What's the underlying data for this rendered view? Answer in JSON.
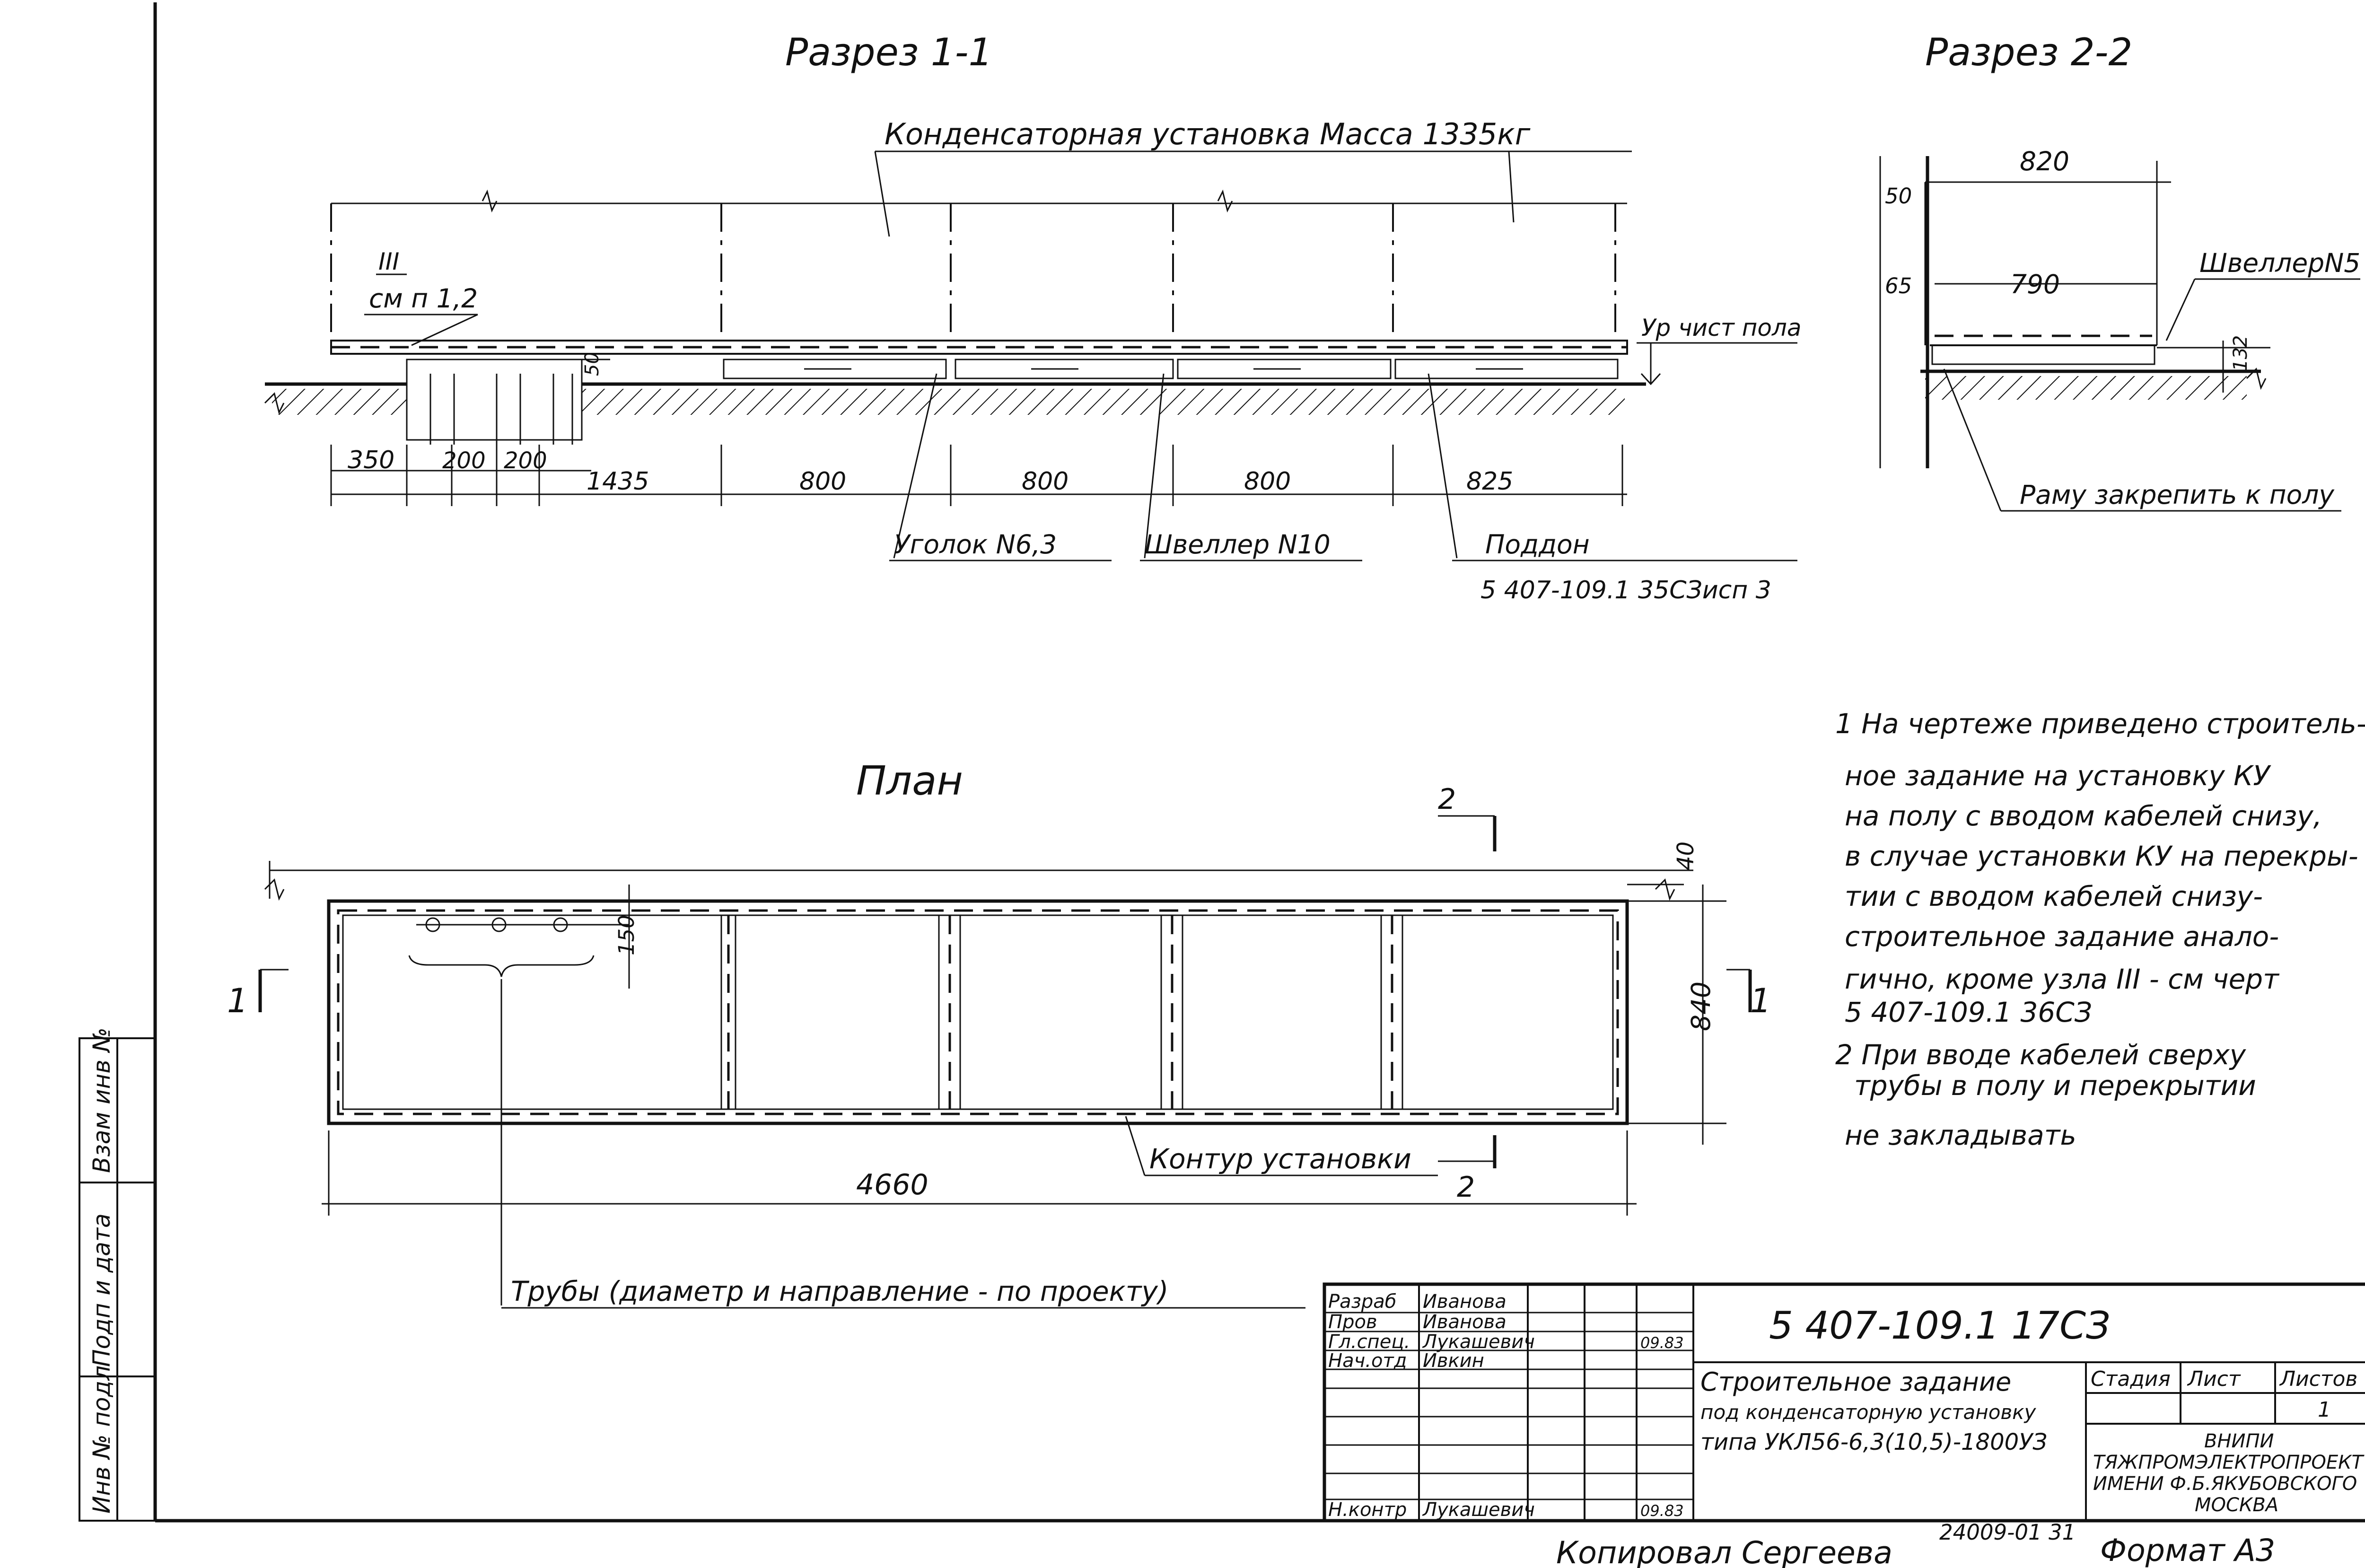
{
  "section_1": {
    "title": "Разрез 1-1",
    "callout_unit": "Конденсаторная установка   Масса 1335кг",
    "node_mark": "III",
    "node_ref": "см п 1,2",
    "floor_level": "Ур чист пола",
    "dim_50": "50",
    "dims": [
      "350",
      "200",
      "200",
      "1435",
      "800",
      "800",
      "800",
      "825"
    ],
    "callout_angle": "Уголок N6,3",
    "callout_channel": "Швеллер N10",
    "callout_tray": "Поддон",
    "tray_ref": "5 407-109.1 35СЗисп 3"
  },
  "section_2": {
    "title": "Разрез 2-2",
    "dim_820": "820",
    "dim_790": "790",
    "dim_50": "50",
    "dim_65": "65",
    "dim_132": "132",
    "callout_channel": "ШвеллерN5",
    "callout_fix": "Раму закрепить к полу"
  },
  "plan": {
    "title": "План",
    "cut_2_top": "2",
    "cut_2_bottom": "2",
    "cut_1_left": "1",
    "cut_1_right": "1",
    "dim_40": "40",
    "dim_150": "150",
    "dim_840": "840",
    "dim_4660": "4660",
    "callout_contour": "Контур установки",
    "callout_pipes": "Трубы (диаметр и направление - по проекту)"
  },
  "notes": {
    "lines": [
      "1 На чертеже приведено строитель-",
      "ное задание на установку КУ",
      "на полу с вводом кабелей снизу,",
      "в случае установки КУ на перекры-",
      "тии с вводом кабелей снизу-",
      "строительное задание анало-",
      "гично, кроме узла III - см черт",
      "5 407-109.1 36СЗ",
      "2 При вводе кабелей сверху",
      "трубы в полу и перекрытии",
      "не закладывать"
    ]
  },
  "side_stamp": {
    "cells": [
      "Инв № подл",
      "Подп и дата",
      "Взам инв №"
    ]
  },
  "title_block": {
    "doc_number": "5 407-109.1 17СЗ",
    "rows": [
      {
        "role": "Разраб",
        "name": "Иванова",
        "date": ""
      },
      {
        "role": "Пров",
        "name": "Иванова",
        "date": ""
      },
      {
        "role": "Гл.спец.",
        "name": "Лукашевич",
        "date": "09.83"
      },
      {
        "role": "Нач.отд",
        "name": "Ивкин",
        "date": ""
      },
      {
        "role": "Н.контр",
        "name": "Лукашевич",
        "date": "09.83"
      }
    ],
    "doc_title": [
      "Строительное задание",
      "под конденсаторную установку",
      "типа УКЛ56-6,3(10,5)-1800УЗ"
    ],
    "col_stage": "Стадия",
    "col_sheet": "Лист",
    "col_sheets": "Листов",
    "sheets_value": "1",
    "org_lines": [
      "ВНИПИ",
      "ТЯЖПРОМЭЛЕКТРОПРОЕКТ",
      "ИМЕНИ Ф.Б.ЯКУБОВСКОГО",
      "МОСКВА"
    ]
  },
  "footer": {
    "copied": "Копировал  Сергеева",
    "order": "24009-01  31",
    "format": "Формат А3"
  }
}
